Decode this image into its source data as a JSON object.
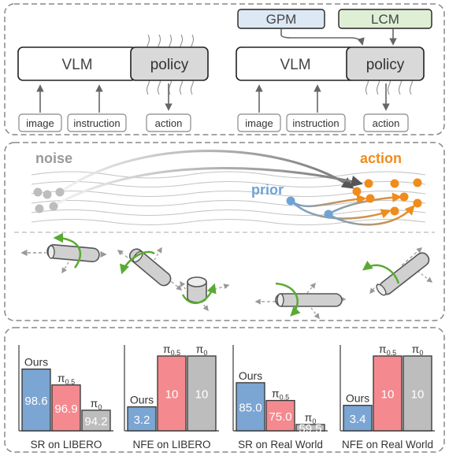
{
  "top_panel": {
    "left": {
      "vlm_label": "VLM",
      "policy_label": "policy",
      "inputs": [
        "image",
        "instruction"
      ],
      "output": "action"
    },
    "right": {
      "gpm_label": "GPM",
      "lcm_label": "LCM",
      "vlm_label": "VLM",
      "policy_label": "policy",
      "inputs": [
        "image",
        "instruction"
      ],
      "output": "action"
    }
  },
  "middle_panel": {
    "noise_label": "noise",
    "prior_label": "prior",
    "action_label": "action",
    "colors": {
      "noise": "#aaaaaa",
      "prior": "#6fa3d4",
      "action": "#f08c1c",
      "rotation_arrow": "#5aaa32"
    }
  },
  "bottom_panel": {
    "charts": [
      {
        "caption": "SR on LIBERO",
        "bars": [
          {
            "label": "Ours",
            "value_text": "98.6",
            "value": 98.6,
            "color": "#7ba5d2"
          },
          {
            "label": "π0.5",
            "value_text": "96.9",
            "value": 96.9,
            "color": "#f48a8f"
          },
          {
            "label": "π0",
            "value_text": "94.2",
            "value": 94.2,
            "color": "#bdbdbd"
          }
        ]
      },
      {
        "caption": "NFE on LIBERO",
        "bars": [
          {
            "label": "Ours",
            "value_text": "3.2",
            "value": 3.2,
            "color": "#7ba5d2"
          },
          {
            "label": "π0.5",
            "value_text": "10",
            "value": 10,
            "color": "#f48a8f"
          },
          {
            "label": "π0",
            "value_text": "10",
            "value": 10,
            "color": "#bdbdbd"
          }
        ]
      },
      {
        "caption": "SR on Real World",
        "bars": [
          {
            "label": "Ours",
            "value_text": "85.0",
            "value": 85.0,
            "color": "#7ba5d2"
          },
          {
            "label": "π0.5",
            "value_text": "75.0",
            "value": 75.0,
            "color": "#f48a8f"
          },
          {
            "label": "π0",
            "value_text": "59.5",
            "value": 59.5,
            "color": "#bdbdbd"
          }
        ]
      },
      {
        "caption": "NFE on Real World",
        "bars": [
          {
            "label": "Ours",
            "value_text": "3.4",
            "value": 3.4,
            "color": "#7ba5d2"
          },
          {
            "label": "π0.5",
            "value_text": "10",
            "value": 10,
            "color": "#f48a8f"
          },
          {
            "label": "π0",
            "value_text": "10",
            "value": 10,
            "color": "#bdbdbd"
          }
        ]
      }
    ]
  }
}
